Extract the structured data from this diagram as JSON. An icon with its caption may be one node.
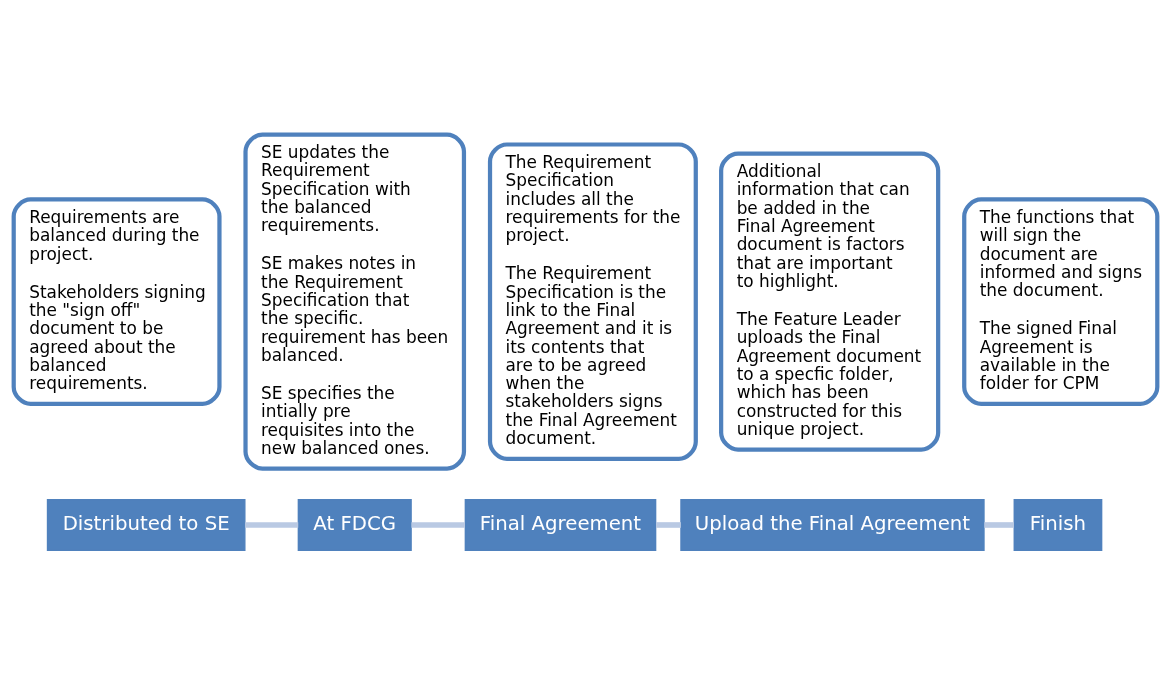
{
  "diagram": {
    "nodes": [
      {
        "text": [
          "Requirements are balanced during the project.",
          "Stakeholders signing the \"sign off\" document to be agreed about the balanced requirements."
        ]
      },
      {
        "text": [
          "Distributed to SE"
        ]
      },
      {
        "text": [
          "SE updates the Requirement Specification with the balanced requirements.",
          "SE makes notes in the Requirement Specification that the specific. requirement has been balanced.",
          "SE specifies the intially pre requisites into the new balanced ones."
        ]
      },
      {
        "text": [
          "At FDCG"
        ]
      },
      {
        "text": [
          "The Requirement Specification includes all the requirements for the project.",
          "The Requirement Specification is the link to the Final Agreement and it is its contents that are to be agreed when the stakeholders signs the Final Agreement document."
        ]
      },
      {
        "text": [
          "Final Agreement"
        ]
      },
      {
        "text": [
          "Additional information that can be added in the Final Agreement document is factors that are important to highlight.",
          "The Feature Leader uploads the Final Agreement document to a specfic folder, which has been constructed for this unique project."
        ]
      },
      {
        "text": [
          "Upload the Final Agreement"
        ]
      },
      {
        "text": [
          "The functions that will sign the document are informed and signs the document.",
          "The signed Final Agreement is available in the folder for CPM"
        ]
      },
      {
        "text": [
          "Finish"
        ]
      }
    ],
    "edges": [
      {
        "from": 1,
        "to": 3,
        "arrow": "none",
        "color": "#b9c9e3"
      },
      {
        "from": 3,
        "to": 5,
        "arrow": "none",
        "color": "#b9c9e3"
      },
      {
        "from": 5,
        "to": 7,
        "arrow": "none",
        "color": "#b9c9e3"
      },
      {
        "from": 7,
        "to": 9,
        "arrow": "none",
        "color": "#b9c9e3"
      }
    ]
  }
}
